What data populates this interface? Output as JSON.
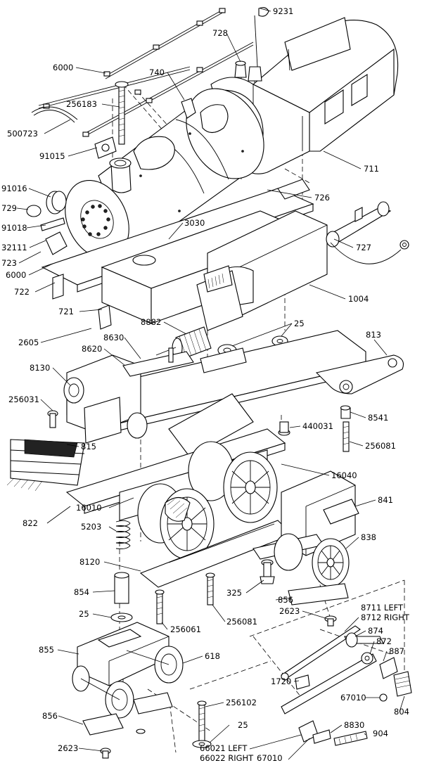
{
  "diagram": {
    "labels": {
      "p9231": "9231",
      "p728": "728",
      "p6000a": "6000",
      "p740": "740",
      "p256183": "256183",
      "p500723": "500723",
      "p91015": "91015",
      "p711": "711",
      "p91016": "91016",
      "p729": "729",
      "p91018": "91018",
      "p32111": "32111",
      "p723": "723",
      "p6000b": "6000",
      "p722": "722",
      "p3030": "3030",
      "p726": "726",
      "p727": "727",
      "p721": "721",
      "p1004": "1004",
      "p2605": "2605",
      "p8882": "8882",
      "p25a": "25",
      "p8630": "8630",
      "p8620": "8620",
      "p813": "813",
      "p8130": "8130",
      "p256031": "256031",
      "p8541": "8541",
      "p440031": "440031",
      "p815": "815",
      "p256081a": "256081",
      "p16040": "16040",
      "p841": "841",
      "p822": "822",
      "p16010": "16010",
      "p5203": "5203",
      "p838": "838",
      "p8120": "8120",
      "p854": "854",
      "p325": "325",
      "p856a": "856",
      "p25b": "25",
      "p2623a": "2623",
      "p8711": "8711  LEFT",
      "p8712": "8712  RIGHT",
      "p256061": "256061",
      "p256081b": "256081",
      "p874": "874",
      "p872": "872",
      "p887": "887",
      "p855": "855",
      "p618": "618",
      "p1720": "1720",
      "p67010a": "67010",
      "p804": "804",
      "p256102": "256102",
      "p856b": "856",
      "p25c": "25",
      "p8830": "8830",
      "p904": "904",
      "p66021": "66021  LEFT",
      "p66022": "66022  RIGHT",
      "p2623b": "2623",
      "p67010b": "67010"
    }
  }
}
